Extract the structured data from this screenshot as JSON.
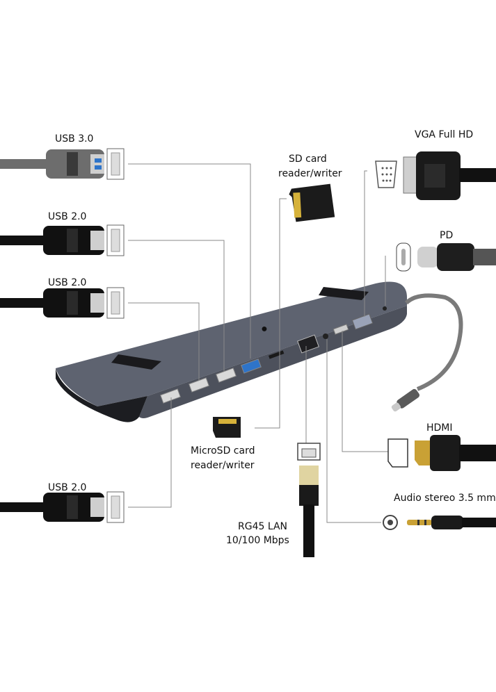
{
  "labels": {
    "usb30": "USB 3.0",
    "usb20_a": "USB 2.0",
    "usb20_b": "USB 2.0",
    "usb20_c": "USB 2.0",
    "sd_line1": "SD card",
    "sd_line2": "reader/writer",
    "microsd_line1": "MicroSD card",
    "microsd_line2": "reader/writer",
    "vga": "VGA Full HD",
    "pd": "PD",
    "hdmi": "HDMI",
    "audio": "Audio stereo 3.5 mm",
    "lan_line1": "RG45 LAN",
    "lan_line2": "10/100 Mbps"
  },
  "colors": {
    "dock_top": "#5b5f6b",
    "dock_front": "#4a4e58",
    "cable_black": "#111111",
    "cable_gray": "#6d6d6d",
    "usb3_blue": "#2e74c9",
    "sd_gold": "#d6b23a",
    "leader": "#8a8a8a"
  },
  "icons": [
    "usb-a-plug-icon",
    "usb-a-port-icon",
    "sd-card-icon",
    "microsd-card-icon",
    "vga-plug-icon",
    "vga-port-icon",
    "usb-c-plug-icon",
    "usb-c-port-icon",
    "hdmi-plug-icon",
    "hdmi-port-icon",
    "audio-jack-icon",
    "audio-port-icon",
    "rj45-plug-icon",
    "rj45-port-icon"
  ]
}
